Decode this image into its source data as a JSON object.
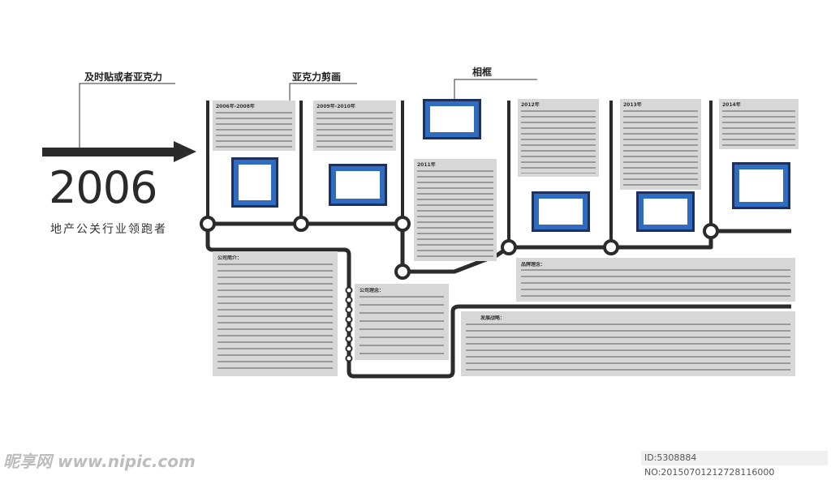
{
  "labels": {
    "l1": "及时贴或者亚克力",
    "l2": "亚克力剪画",
    "l3": "相框"
  },
  "hero": {
    "year": "2006",
    "subtitle": "地产公关行业领跑者"
  },
  "cards": {
    "c1_year": "2006年-2008年",
    "c2_year": "2009年-2010年",
    "c3_year": "2011年",
    "c4_year": "2012年",
    "c5_year": "2013年",
    "c6_year": "2014年",
    "c7_title": "公司简介：",
    "c8_title": "公司理念：",
    "c9_title": "品牌理念：",
    "c10_title": "发展战略："
  },
  "footer": {
    "watermark": "昵享网 www.nipic.com",
    "id": "ID:5308884 NO:20150701212728116000"
  },
  "colors": {
    "line": "#2b2b2b",
    "photo": "#2f6cc0",
    "card": "#d7d7d7"
  }
}
